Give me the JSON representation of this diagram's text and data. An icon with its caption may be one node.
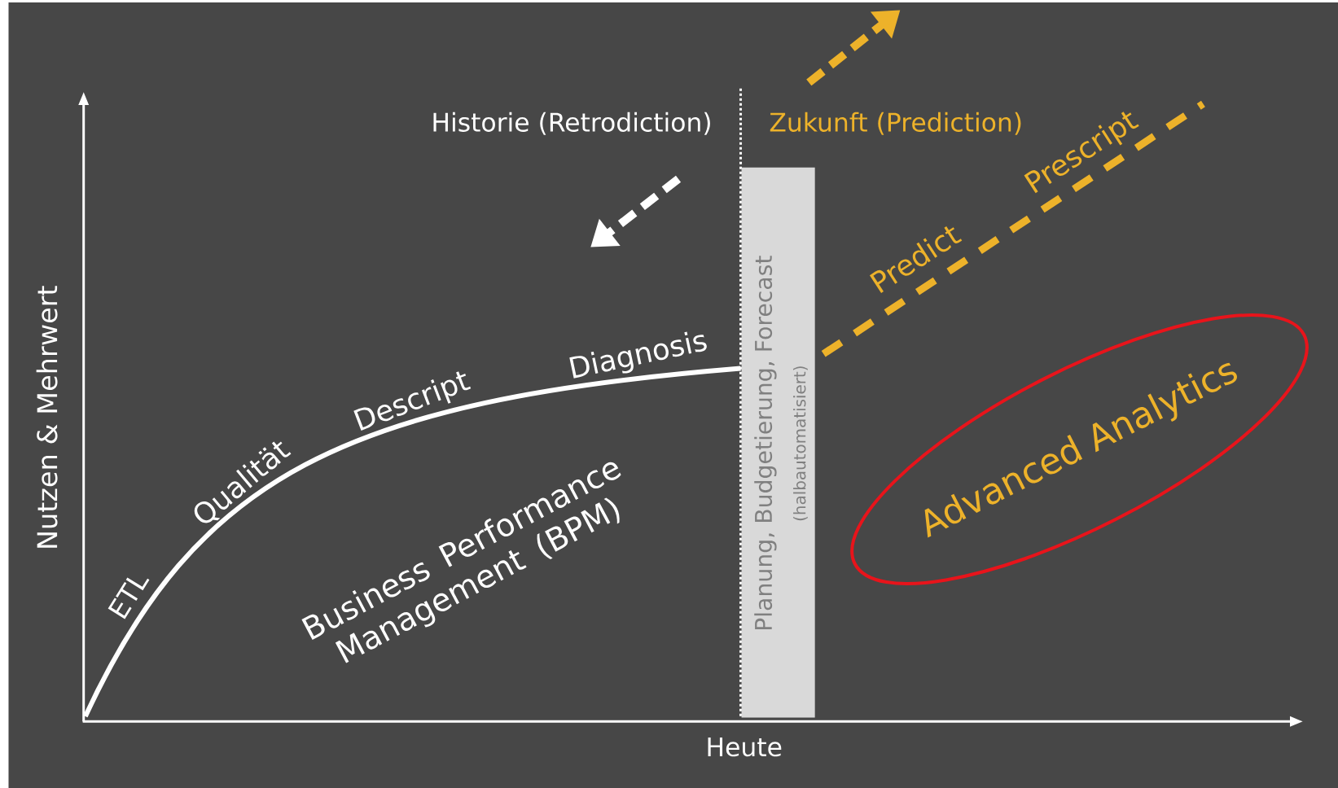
{
  "diagram": {
    "nodes": [
      {
        "text": [
          "Planung, Budgetierung, Forecast",
          "(halbautomatisiert)"
        ]
      },
      {
        "text": [
          "Advanced Analytics"
        ]
      }
    ],
    "labels": [
      "Historie (Retrodiction)",
      "Zukunft (Prediction)",
      "Prescript",
      "Predict",
      "Nutzen & Mehrwert",
      "Diagnosis",
      "Descript",
      "Qualität",
      "Business Performance Management (BPM)",
      "ETL",
      "Heute"
    ]
  }
}
